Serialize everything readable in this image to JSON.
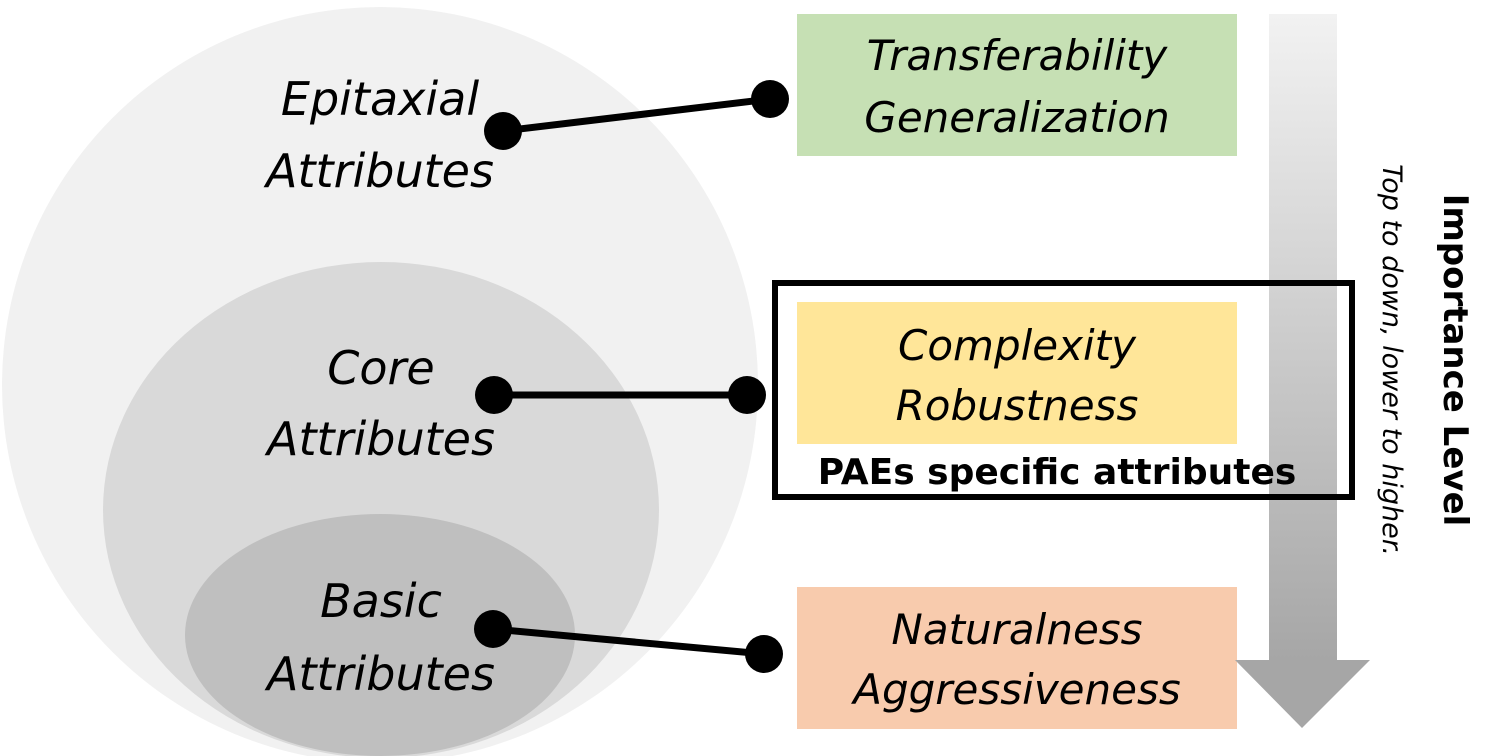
{
  "layers": {
    "epitaxial": {
      "line1": "Epitaxial",
      "line2": "Attributes"
    },
    "core": {
      "line1": "Core",
      "line2": "Attributes"
    },
    "basic": {
      "line1": "Basic",
      "line2": "Attributes"
    }
  },
  "boxes": {
    "top": {
      "line1": "Transferability",
      "line2": "Generalization"
    },
    "middle": {
      "line1": "Complexity",
      "line2": "Robustness"
    },
    "bottom": {
      "line1": "Naturalness",
      "line2": "Aggressiveness"
    }
  },
  "highlight": {
    "label": "PAEs specific attributes"
  },
  "importance": {
    "title": "Importance Level",
    "subtitle": "Top to down, lower to higher."
  },
  "colors": {
    "outer_circle": "#f1f1f1",
    "middle_circle": "#d9d9d9",
    "inner_circle": "#bfbfbf",
    "box_top": "#c6e0b4",
    "box_middle": "#ffe699",
    "box_bottom": "#f8cbad",
    "connector": "#000000"
  }
}
